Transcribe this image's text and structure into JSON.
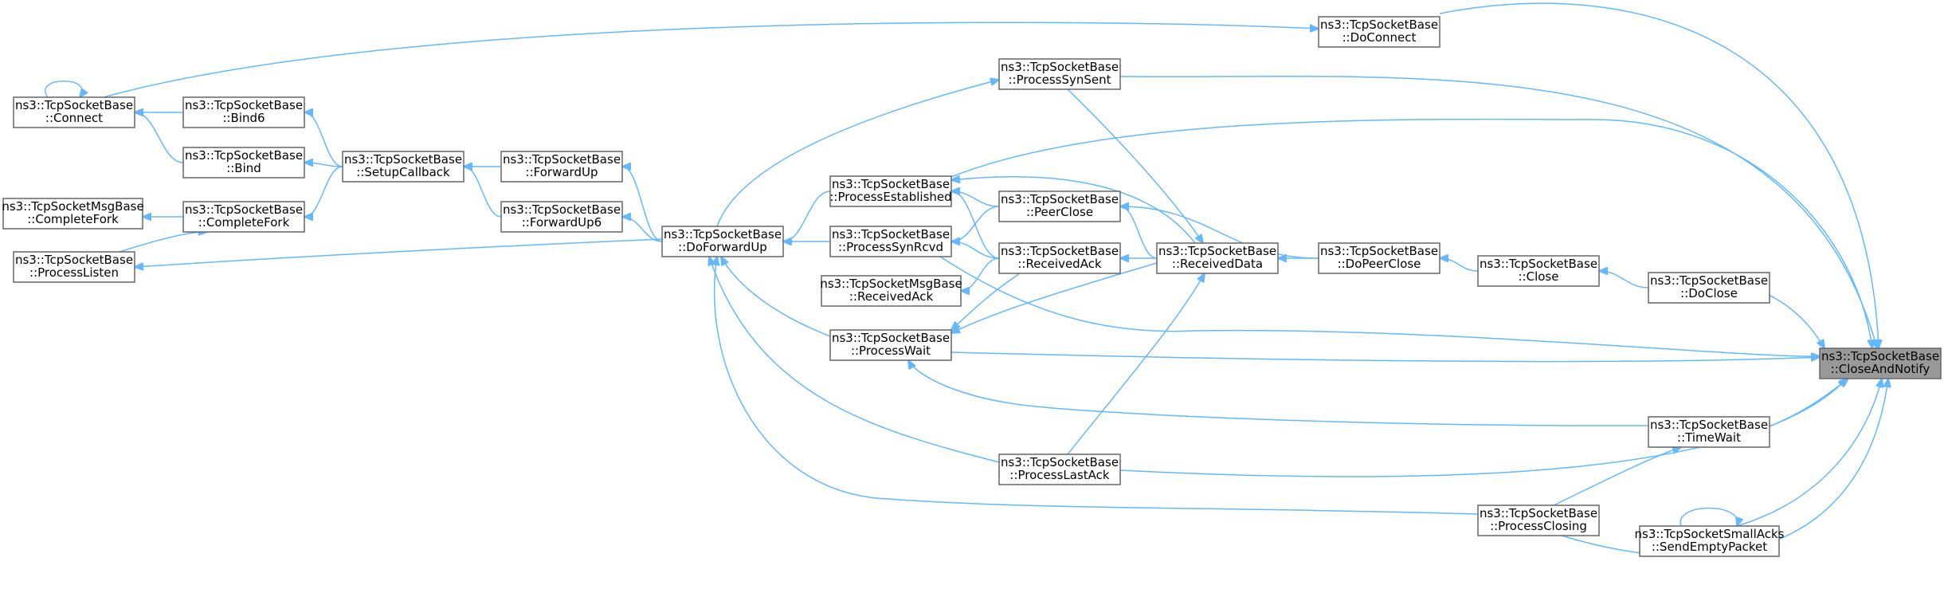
{
  "graph": {
    "root": "close_and_notify",
    "nodes": [
      {
        "id": "close_and_notify",
        "lines": [
          "ns3::TcpSocketBase",
          "::CloseAndNotify"
        ],
        "root": true
      },
      {
        "id": "do_connect",
        "lines": [
          "ns3::TcpSocketBase",
          "::DoConnect"
        ]
      },
      {
        "id": "connect",
        "lines": [
          "ns3::TcpSocketBase",
          "::Connect"
        ]
      },
      {
        "id": "process_syn_sent",
        "lines": [
          "ns3::TcpSocketBase",
          "::ProcessSynSent"
        ]
      },
      {
        "id": "bind6",
        "lines": [
          "ns3::TcpSocketBase",
          "::Bind6"
        ]
      },
      {
        "id": "bind",
        "lines": [
          "ns3::TcpSocketBase",
          "::Bind"
        ]
      },
      {
        "id": "setup_callback",
        "lines": [
          "ns3::TcpSocketBase",
          "::SetupCallback"
        ]
      },
      {
        "id": "forward_up",
        "lines": [
          "ns3::TcpSocketBase",
          "::ForwardUp"
        ]
      },
      {
        "id": "forward_up6",
        "lines": [
          "ns3::TcpSocketBase",
          "::ForwardUp6"
        ]
      },
      {
        "id": "msg_complete_fork",
        "lines": [
          "ns3::TcpSocketMsgBase",
          "::CompleteFork"
        ]
      },
      {
        "id": "complete_fork",
        "lines": [
          "ns3::TcpSocketBase",
          "::CompleteFork"
        ]
      },
      {
        "id": "process_listen",
        "lines": [
          "ns3::TcpSocketBase",
          "::ProcessListen"
        ]
      },
      {
        "id": "do_forward_up",
        "lines": [
          "ns3::TcpSocketBase",
          "::DoForwardUp"
        ]
      },
      {
        "id": "process_established",
        "lines": [
          "ns3::TcpSocketBase",
          "::ProcessEstablished"
        ]
      },
      {
        "id": "process_syn_rcvd",
        "lines": [
          "ns3::TcpSocketBase",
          "::ProcessSynRcvd"
        ]
      },
      {
        "id": "msg_received_ack",
        "lines": [
          "ns3::TcpSocketMsgBase",
          "::ReceivedAck"
        ]
      },
      {
        "id": "process_wait",
        "lines": [
          "ns3::TcpSocketBase",
          "::ProcessWait"
        ]
      },
      {
        "id": "peer_close",
        "lines": [
          "ns3::TcpSocketBase",
          "::PeerClose"
        ]
      },
      {
        "id": "received_ack",
        "lines": [
          "ns3::TcpSocketBase",
          "::ReceivedAck"
        ]
      },
      {
        "id": "received_data",
        "lines": [
          "ns3::TcpSocketBase",
          "::ReceivedData"
        ]
      },
      {
        "id": "do_peer_close",
        "lines": [
          "ns3::TcpSocketBase",
          "::DoPeerClose"
        ]
      },
      {
        "id": "close",
        "lines": [
          "ns3::TcpSocketBase",
          "::Close"
        ]
      },
      {
        "id": "do_close",
        "lines": [
          "ns3::TcpSocketBase",
          "::DoClose"
        ]
      },
      {
        "id": "process_last_ack",
        "lines": [
          "ns3::TcpSocketBase",
          "::ProcessLastAck"
        ]
      },
      {
        "id": "time_wait",
        "lines": [
          "ns3::TcpSocketBase",
          "::TimeWait"
        ]
      },
      {
        "id": "process_closing",
        "lines": [
          "ns3::TcpSocketBase",
          "::ProcessClosing"
        ]
      },
      {
        "id": "send_empty_packet",
        "lines": [
          "ns3::TcpSocketSmallAcks",
          "::SendEmptyPacket"
        ]
      }
    ],
    "edges": [
      {
        "from": "do_connect",
        "to": "close_and_notify"
      },
      {
        "from": "connect",
        "to": "do_connect"
      },
      {
        "from": "connect",
        "to": "connect"
      },
      {
        "from": "process_syn_sent",
        "to": "close_and_notify"
      },
      {
        "from": "do_forward_up",
        "to": "process_syn_sent"
      },
      {
        "from": "process_syn_sent",
        "to": "received_data"
      },
      {
        "from": "bind6",
        "to": "connect"
      },
      {
        "from": "bind",
        "to": "connect"
      },
      {
        "from": "setup_callback",
        "to": "bind6"
      },
      {
        "from": "setup_callback",
        "to": "bind"
      },
      {
        "from": "setup_callback",
        "to": "complete_fork"
      },
      {
        "from": "forward_up",
        "to": "setup_callback"
      },
      {
        "from": "forward_up6",
        "to": "setup_callback"
      },
      {
        "from": "do_forward_up",
        "to": "forward_up"
      },
      {
        "from": "do_forward_up",
        "to": "forward_up6"
      },
      {
        "from": "complete_fork",
        "to": "msg_complete_fork"
      },
      {
        "from": "process_listen",
        "to": "complete_fork"
      },
      {
        "from": "do_forward_up",
        "to": "process_listen"
      },
      {
        "from": "process_established",
        "to": "do_forward_up"
      },
      {
        "from": "process_syn_rcvd",
        "to": "do_forward_up"
      },
      {
        "from": "process_wait",
        "to": "do_forward_up"
      },
      {
        "from": "process_last_ack",
        "to": "do_forward_up"
      },
      {
        "from": "process_closing",
        "to": "do_forward_up"
      },
      {
        "from": "process_established",
        "to": "close_and_notify"
      },
      {
        "from": "process_syn_rcvd",
        "to": "close_and_notify"
      },
      {
        "from": "process_wait",
        "to": "close_and_notify"
      },
      {
        "from": "peer_close",
        "to": "process_established"
      },
      {
        "from": "peer_close",
        "to": "process_syn_rcvd"
      },
      {
        "from": "received_ack",
        "to": "process_established"
      },
      {
        "from": "received_ack",
        "to": "process_syn_rcvd"
      },
      {
        "from": "received_ack",
        "to": "process_wait"
      },
      {
        "from": "received_ack",
        "to": "msg_received_ack"
      },
      {
        "from": "received_data",
        "to": "process_established"
      },
      {
        "from": "received_data",
        "to": "peer_close"
      },
      {
        "from": "received_data",
        "to": "received_ack"
      },
      {
        "from": "received_data",
        "to": "process_wait"
      },
      {
        "from": "do_peer_close",
        "to": "received_data"
      },
      {
        "from": "do_peer_close",
        "to": "peer_close"
      },
      {
        "from": "close",
        "to": "do_peer_close"
      },
      {
        "from": "do_close",
        "to": "close"
      },
      {
        "from": "do_close",
        "to": "close_and_notify"
      },
      {
        "from": "process_last_ack",
        "to": "received_data"
      },
      {
        "from": "process_last_ack",
        "to": "close_and_notify"
      },
      {
        "from": "time_wait",
        "to": "close_and_notify"
      },
      {
        "from": "time_wait",
        "to": "process_wait"
      },
      {
        "from": "process_closing",
        "to": "time_wait"
      },
      {
        "from": "process_closing",
        "to": "close_and_notify"
      },
      {
        "from": "send_empty_packet",
        "to": "close_and_notify"
      },
      {
        "from": "send_empty_packet",
        "to": "send_empty_packet"
      }
    ]
  }
}
